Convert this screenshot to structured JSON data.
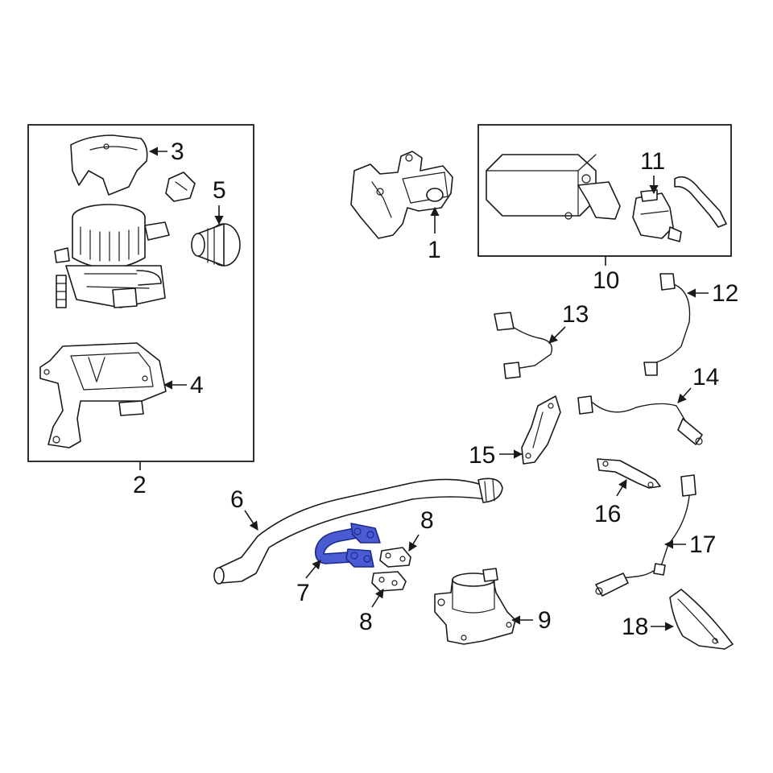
{
  "callouts": {
    "c1": "1",
    "c2": "2",
    "c3": "3",
    "c4": "4",
    "c5": "5",
    "c6": "6",
    "c7": "7",
    "c8a": "8",
    "c8b": "8",
    "c9": "9",
    "c10": "10",
    "c11": "11",
    "c12": "12",
    "c13": "13",
    "c14": "14",
    "c15": "15",
    "c16": "16",
    "c17": "17",
    "c18": "18"
  },
  "colors": {
    "highlight": "#4a5bd4",
    "line": "#1a1a1a"
  }
}
